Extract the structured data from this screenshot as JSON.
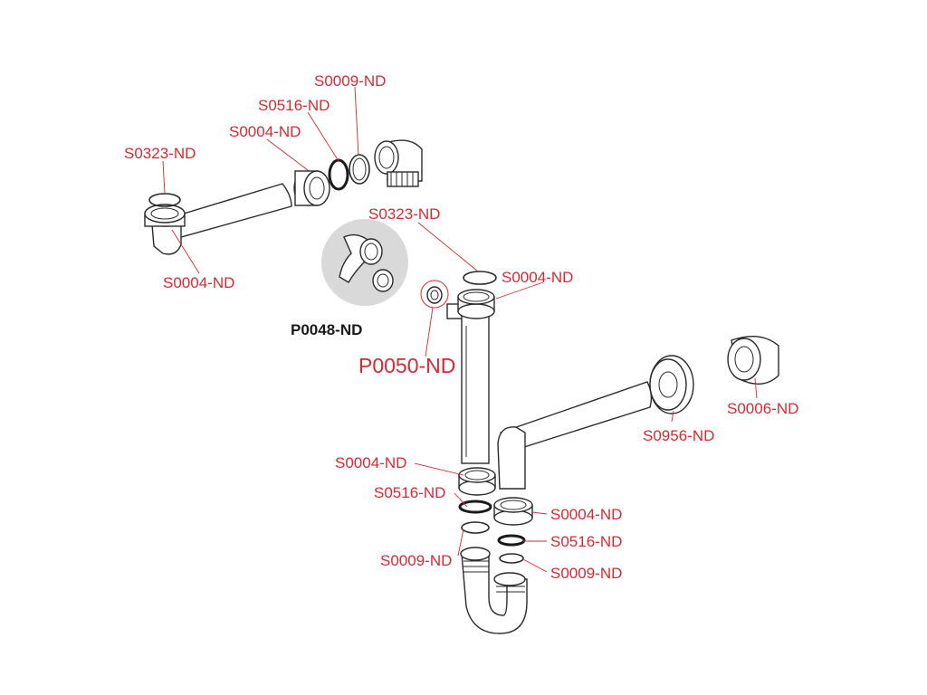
{
  "labels": {
    "s0009_top": "S0009-ND",
    "s0516_top": "S0516-ND",
    "s0004_top": "S0004-ND",
    "s0323_left": "S0323-ND",
    "s0004_left": "S0004-ND",
    "p0048": "P0048-ND",
    "s0323_mid": "S0323-ND",
    "s0004_mid": "S0004-ND",
    "p0050": "P0050-ND",
    "s0956": "S0956-ND",
    "s0006": "S0006-ND",
    "s0004_low": "S0004-ND",
    "s0516_low_left": "S0516-ND",
    "s0004_low_right": "S0004-ND",
    "s0009_low_left": "S0009-ND",
    "s0516_low_right": "S0516-ND",
    "s0009_low_right": "S0009-ND"
  },
  "colors": {
    "label": "#d42a33",
    "highlight_label": "#1a1a1a",
    "outline": "#2a2a2a",
    "highlight_bg": "#d9d9d9"
  }
}
